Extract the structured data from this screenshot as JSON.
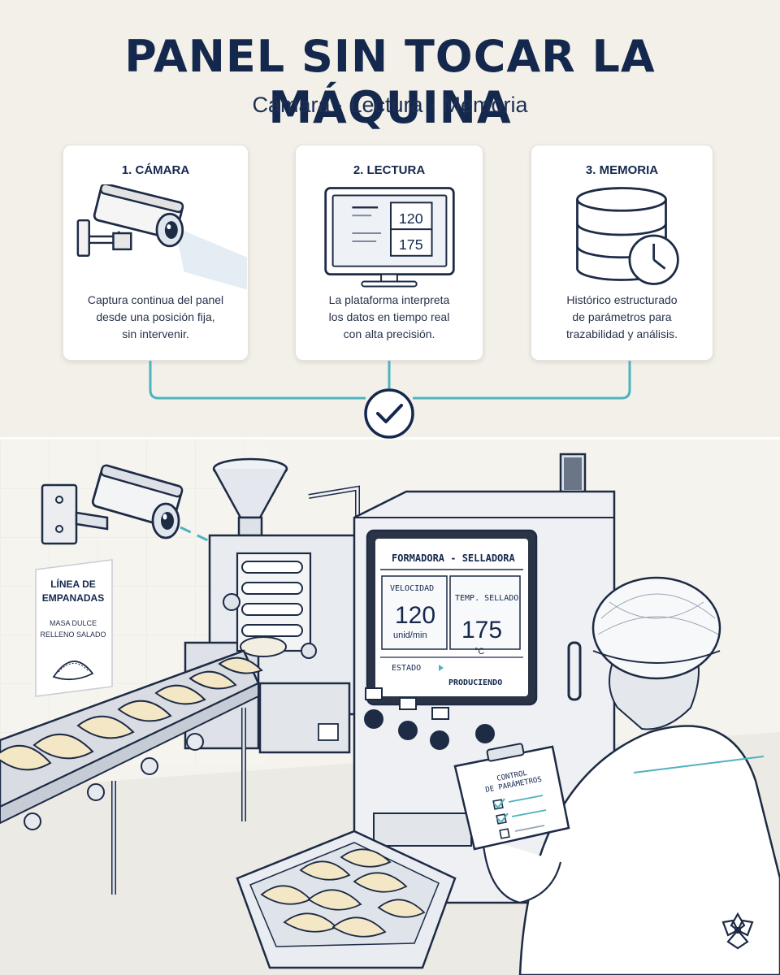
{
  "header": {
    "title": "PANEL SIN TOCAR LA MÁQUINA",
    "subtitle": "Cámara · Lectura · Memoria"
  },
  "steps": [
    {
      "title": "1. CÁMARA",
      "icon": "security-camera-icon",
      "lines": [
        "Captura continua del panel",
        "desde una posición fija,",
        "sin intervenir."
      ]
    },
    {
      "title": "2. LECTURA",
      "icon": "monitor-icon",
      "screen_values": [
        "120",
        "175"
      ],
      "lines": [
        "La plataforma interpreta",
        "los datos en tiempo real",
        "con alta precisión."
      ]
    },
    {
      "title": "3. MEMORIA",
      "icon": "database-clock-icon",
      "lines": [
        "Histórico estructurado",
        "de parámetros para",
        "trazabilidad y análisis."
      ]
    }
  ],
  "connector": {
    "icon": "check-circle-icon"
  },
  "scene": {
    "sign": {
      "title_lines": [
        "LÍNEA DE",
        "EMPANADAS"
      ],
      "items": [
        "MASA DULCE",
        "RELLENO SALADO"
      ]
    },
    "panel": {
      "title": "FORMADORA - SELLADORA",
      "speed_label": "VELOCIDAD",
      "speed_value": "120",
      "speed_unit": "unid/min",
      "temp_label": "TEMP. SELLADO",
      "temp_value": "175",
      "temp_unit": "°C",
      "status_label": "ESTADO",
      "status_value": "PRODUCIENDO"
    },
    "clipboard": {
      "title_lines": [
        "CONTROL",
        "DE PARÁMETROS"
      ]
    },
    "logo": "flower-logo-icon"
  },
  "colors": {
    "navy": "#14284d",
    "teal": "#4fb3bf",
    "background": "#f3f0e9"
  }
}
